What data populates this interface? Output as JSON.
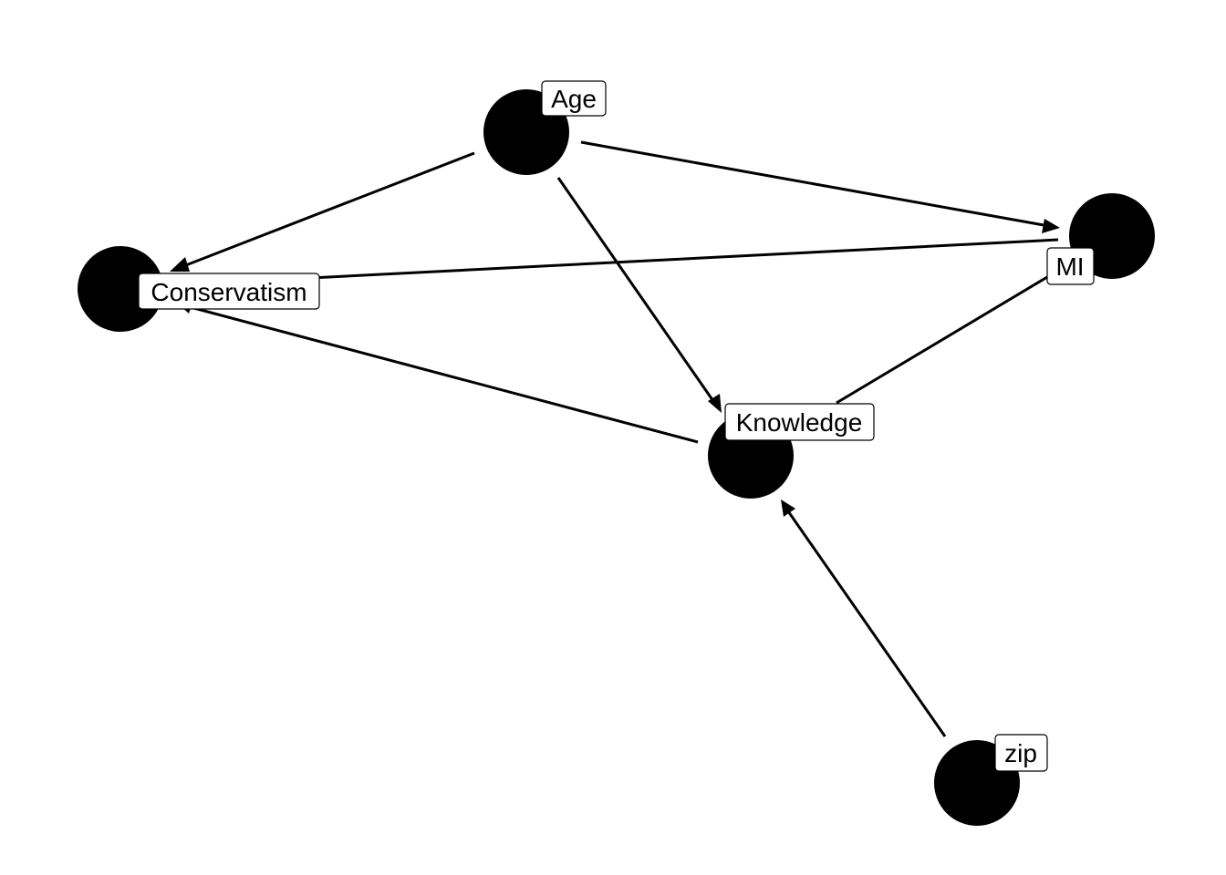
{
  "diagram": {
    "type": "directed-acyclic-graph",
    "node_color": "#000000",
    "edge_color": "#000000",
    "label_background": "#ffffff",
    "nodes": [
      {
        "id": "age",
        "label": "Age"
      },
      {
        "id": "mi",
        "label": "MI"
      },
      {
        "id": "conservatism",
        "label": "Conservatism"
      },
      {
        "id": "knowledge",
        "label": "Knowledge"
      },
      {
        "id": "zip",
        "label": "zip"
      }
    ],
    "edges": [
      {
        "from": "age",
        "to": "conservatism",
        "arrow": "end"
      },
      {
        "from": "age",
        "to": "mi",
        "arrow": "end"
      },
      {
        "from": "age",
        "to": "knowledge",
        "arrow": "end"
      },
      {
        "from": "mi",
        "to": "conservatism",
        "arrow": "none"
      },
      {
        "from": "conservatism",
        "to": "knowledge",
        "arrow": "start"
      },
      {
        "from": "mi",
        "to": "knowledge",
        "arrow": "none"
      },
      {
        "from": "zip",
        "to": "knowledge",
        "arrow": "end"
      }
    ]
  }
}
